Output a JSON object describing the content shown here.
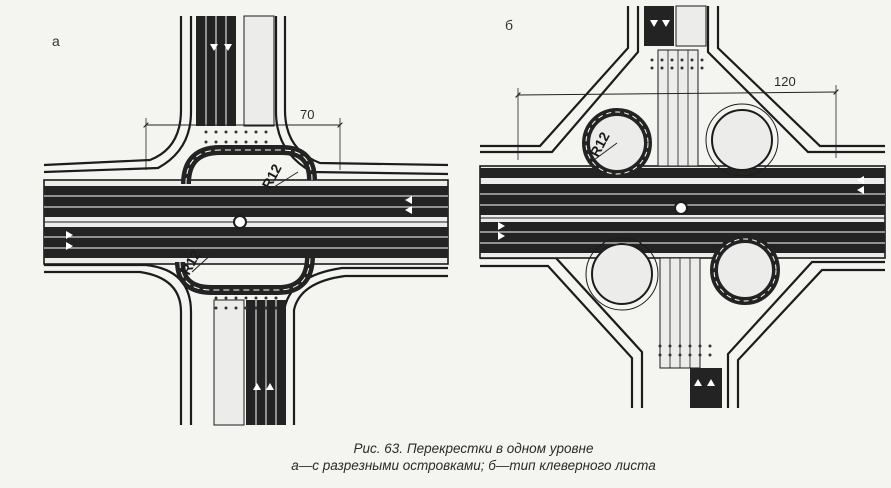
{
  "diagram_a": {
    "panel_label": "а",
    "dimension_label": "70",
    "radius_labels": [
      "R12",
      "R12"
    ]
  },
  "diagram_b": {
    "panel_label": "б",
    "dimension_label": "120",
    "radius_label": "R12"
  },
  "caption": {
    "line1": "Рис. 63. Перекрестки в одном уровне",
    "line2": "а—с разрезными островками;  б—тип клеверного листа"
  },
  "colors": {
    "paper": "#f4f4f1",
    "asphalt": "#232323",
    "line": "#1c1c1c",
    "marking": "#ffffff"
  }
}
